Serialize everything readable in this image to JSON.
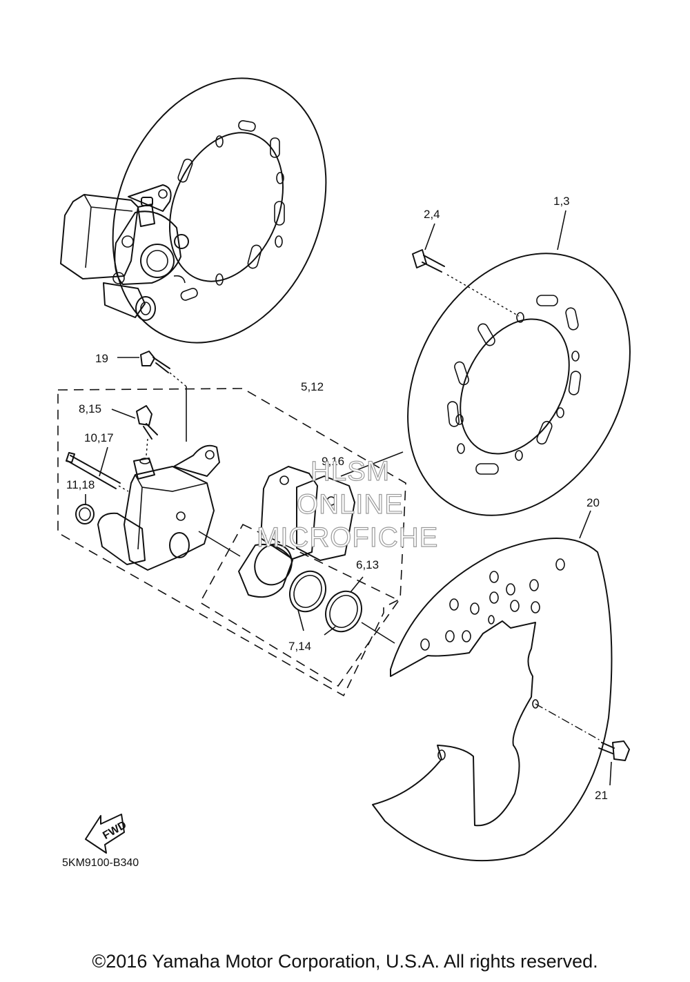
{
  "callouts": {
    "p1_3": "1,3",
    "p2_4": "2,4",
    "p19": "19",
    "p5_12": "5,12",
    "p8_15": "8,15",
    "p10_17": "10,17",
    "p11_18": "11,18",
    "p9_16": "9,16",
    "p6_13": "6,13",
    "p7_14": "7,14",
    "p20": "20",
    "p21": "21"
  },
  "fwd_label": "FWD",
  "diagram_code": "5KM9100-B340",
  "watermark": {
    "line1": "HLSM",
    "line2": "ONLINE",
    "line3": "MICROFICHE"
  },
  "copyright": "©2016 Yamaha Motor Corporation, U.S.A. All rights reserved."
}
